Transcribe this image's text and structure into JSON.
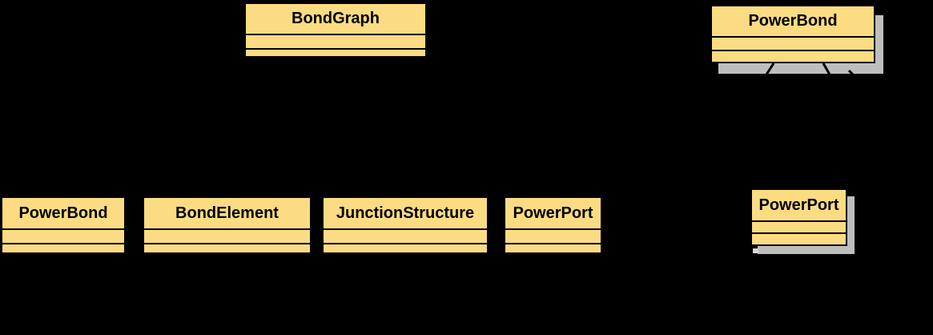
{
  "diagram": {
    "classes": [
      {
        "name": "BondGraph",
        "attributes": [],
        "operations": []
      },
      {
        "name": "PowerBond",
        "attributes": [],
        "operations": []
      },
      {
        "name": "PowerBond",
        "attributes": [],
        "operations": []
      },
      {
        "name": "BondElement",
        "attributes": [],
        "operations": []
      },
      {
        "name": "JunctionStructure",
        "attributes": [],
        "operations": []
      },
      {
        "name": "PowerPort",
        "attributes": [],
        "operations": []
      },
      {
        "name": "PowerPort",
        "attributes": [],
        "operations": []
      }
    ],
    "colors": {
      "background": "#000000",
      "class_fill": "#FCDC82",
      "class_border": "#000000",
      "class_text": "#000000",
      "shadow": "#BEBEBE",
      "edge_fragment": "#000000",
      "light_fragment": "#D9D9D9"
    }
  }
}
